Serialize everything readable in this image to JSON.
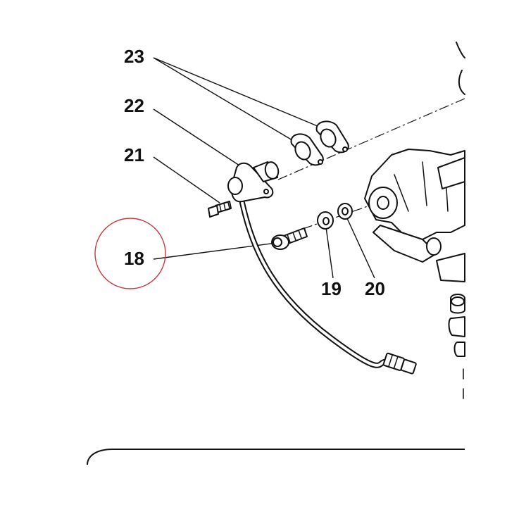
{
  "callouts": {
    "c23": "23",
    "c22": "22",
    "c21": "21",
    "c18": "18",
    "c19": "19",
    "c20": "20"
  },
  "highlight": {
    "target": "18",
    "color": "#c9373f"
  }
}
